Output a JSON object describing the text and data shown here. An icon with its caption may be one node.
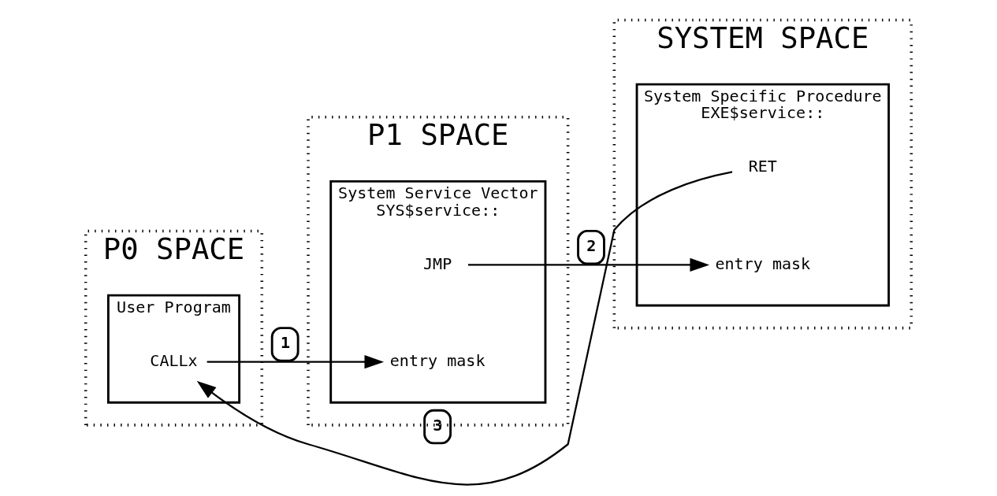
{
  "diagram": {
    "nodes": [
      {
        "text": [
          "P0 SPACE"
        ]
      },
      {
        "text": [
          "User Program"
        ],
        "in": 0
      },
      {
        "text": [
          "CALLx"
        ],
        "in": 1
      },
      {
        "text": [
          "P1 SPACE"
        ]
      },
      {
        "text": [
          "System Service Vector",
          "SYS$service::"
        ],
        "in": 3
      },
      {
        "text": [
          "entry mask"
        ],
        "in": 4
      },
      {
        "text": [
          "JMP"
        ],
        "in": 4
      },
      {
        "text": [
          "SYSTEM SPACE"
        ]
      },
      {
        "text": [
          "System Specific Procedure",
          "EXE$service::"
        ],
        "in": 7
      },
      {
        "text": [
          "entry mask"
        ],
        "in": 8
      },
      {
        "text": [
          "RET"
        ],
        "in": 8
      }
    ],
    "edges": [
      {
        "from": 2,
        "to": 5,
        "arrow": "to",
        "label": "1"
      },
      {
        "from": 6,
        "to": 9,
        "arrow": "to",
        "label": "2"
      },
      {
        "from": 10,
        "to": 2,
        "arrow": "to",
        "label": "3"
      }
    ]
  }
}
